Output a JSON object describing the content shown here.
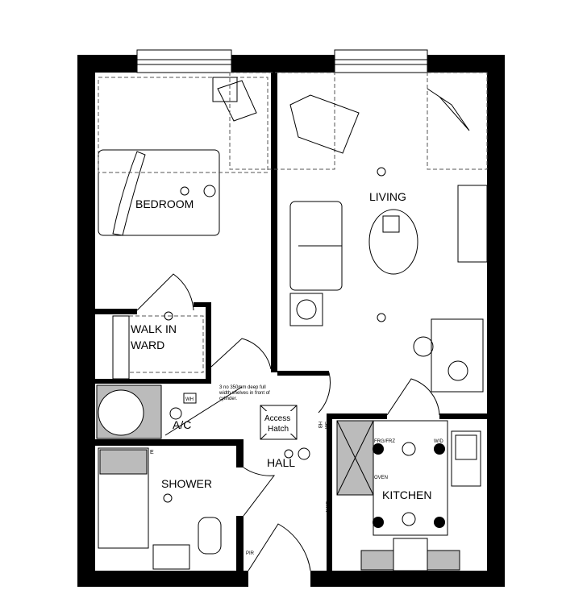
{
  "rooms": {
    "bedroom": "BEDROOM",
    "living": "LIVING",
    "walk_in_1": "WALK IN",
    "walk_in_2": "WARD",
    "ac": "A/C",
    "hall": "HALL",
    "shower": "SHOWER",
    "kitchen": "KITCHEN"
  },
  "annotations": {
    "shelves_note_1": "3 no 350mm deep full",
    "shelves_note_2": "width shelves in front of",
    "shelves_note_3": "cylinder.",
    "access_hatch_1": "Access",
    "access_hatch_2": "Hatch",
    "frg_frz": "FRG/FRZ",
    "wd": "W/D",
    "oven": "OVEN",
    "stat": "STAT",
    "sm": "SM",
    "hb": "HB",
    "wh": "WH",
    "pir": "PIR",
    "e": "E"
  },
  "colors": {
    "walls": "#000000",
    "tile_hatch": "#bbbbbb"
  }
}
